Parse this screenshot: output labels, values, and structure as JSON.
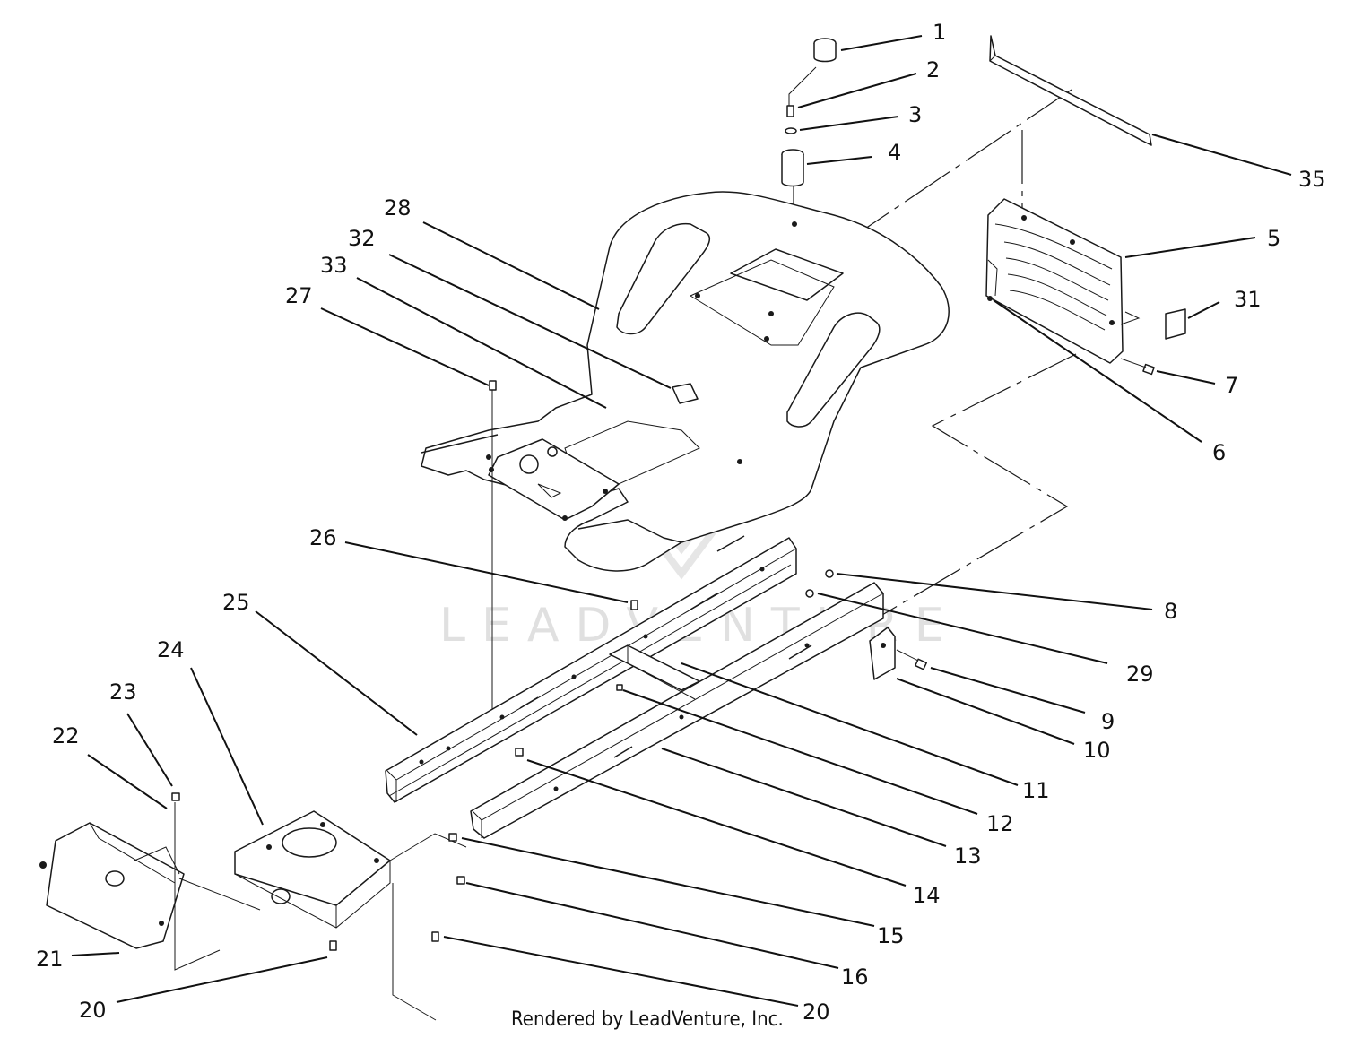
{
  "diagram": {
    "watermark": "LEADVENTURE",
    "credit": "Rendered by LeadVenture, Inc.",
    "callouts": [
      {
        "id": "c1",
        "label": "1"
      },
      {
        "id": "c2",
        "label": "2"
      },
      {
        "id": "c3",
        "label": "3"
      },
      {
        "id": "c4",
        "label": "4"
      },
      {
        "id": "c35",
        "label": "35"
      },
      {
        "id": "c5",
        "label": "5"
      },
      {
        "id": "c31",
        "label": "31"
      },
      {
        "id": "c7",
        "label": "7"
      },
      {
        "id": "c6",
        "label": "6"
      },
      {
        "id": "c28",
        "label": "28"
      },
      {
        "id": "c32",
        "label": "32"
      },
      {
        "id": "c33",
        "label": "33"
      },
      {
        "id": "c27",
        "label": "27"
      },
      {
        "id": "c26",
        "label": "26"
      },
      {
        "id": "c25",
        "label": "25"
      },
      {
        "id": "c24",
        "label": "24"
      },
      {
        "id": "c23",
        "label": "23"
      },
      {
        "id": "c22",
        "label": "22"
      },
      {
        "id": "c21",
        "label": "21"
      },
      {
        "id": "c20a",
        "label": "20"
      },
      {
        "id": "c20b",
        "label": "20"
      },
      {
        "id": "c8",
        "label": "8"
      },
      {
        "id": "c29",
        "label": "29"
      },
      {
        "id": "c9",
        "label": "9"
      },
      {
        "id": "c10",
        "label": "10"
      },
      {
        "id": "c11",
        "label": "11"
      },
      {
        "id": "c12",
        "label": "12"
      },
      {
        "id": "c13",
        "label": "13"
      },
      {
        "id": "c14",
        "label": "14"
      },
      {
        "id": "c15",
        "label": "15"
      },
      {
        "id": "c16",
        "label": "16"
      }
    ]
  }
}
